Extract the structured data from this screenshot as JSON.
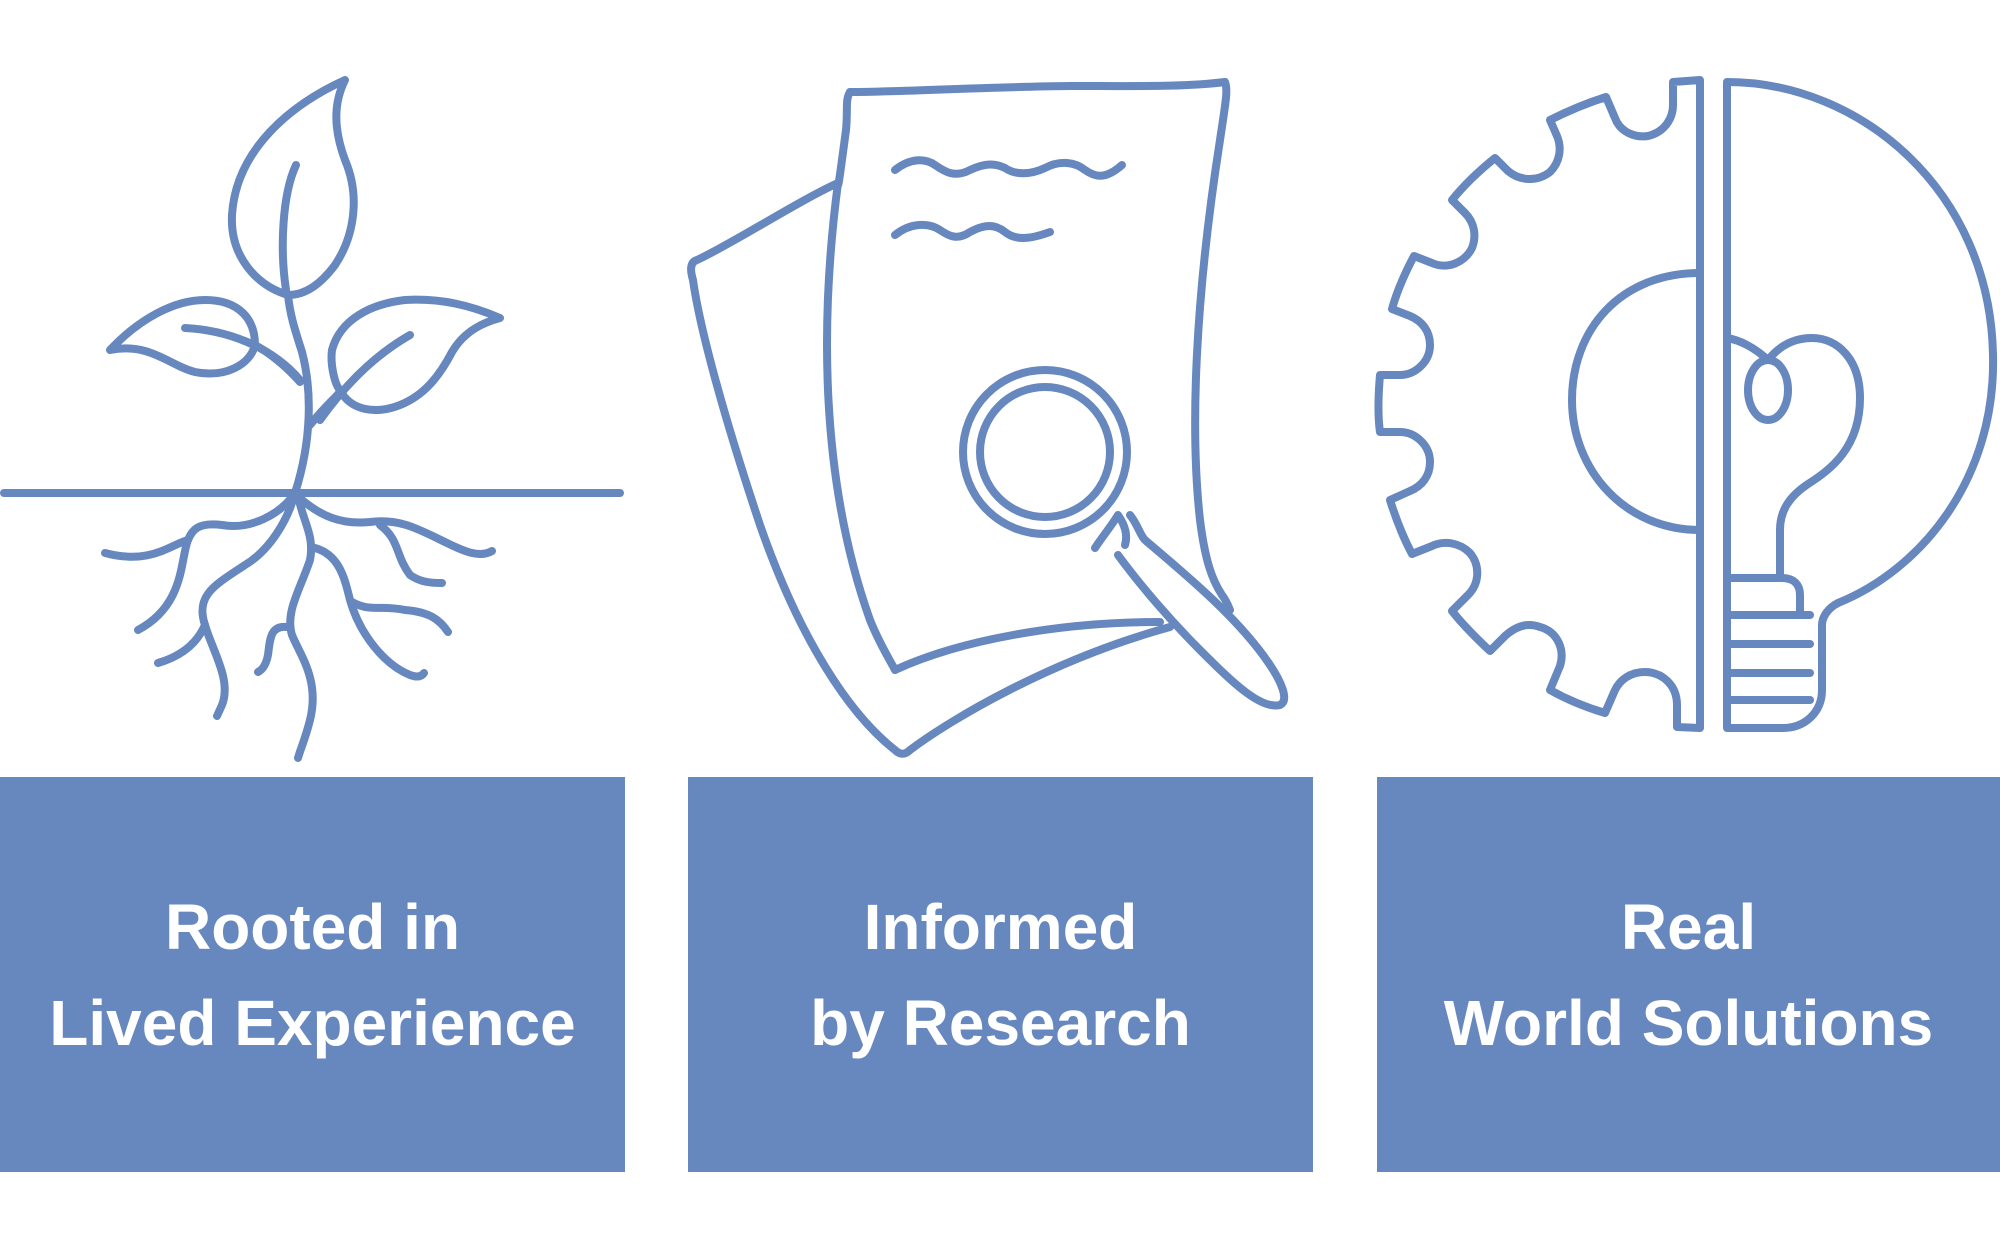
{
  "colors": {
    "accent": "#6787BF",
    "background": "#FFFFFF",
    "text_on_accent": "#FFFFFF"
  },
  "icons": [
    "plant-roots-icon",
    "document-magnifier-icon",
    "gear-lightbulb-icon"
  ],
  "cards": [
    {
      "line1": "Rooted in",
      "line2": "Lived Experience"
    },
    {
      "line1": "Informed",
      "line2": "by Research"
    },
    {
      "line1": "Real",
      "line2": "World Solutions"
    }
  ]
}
